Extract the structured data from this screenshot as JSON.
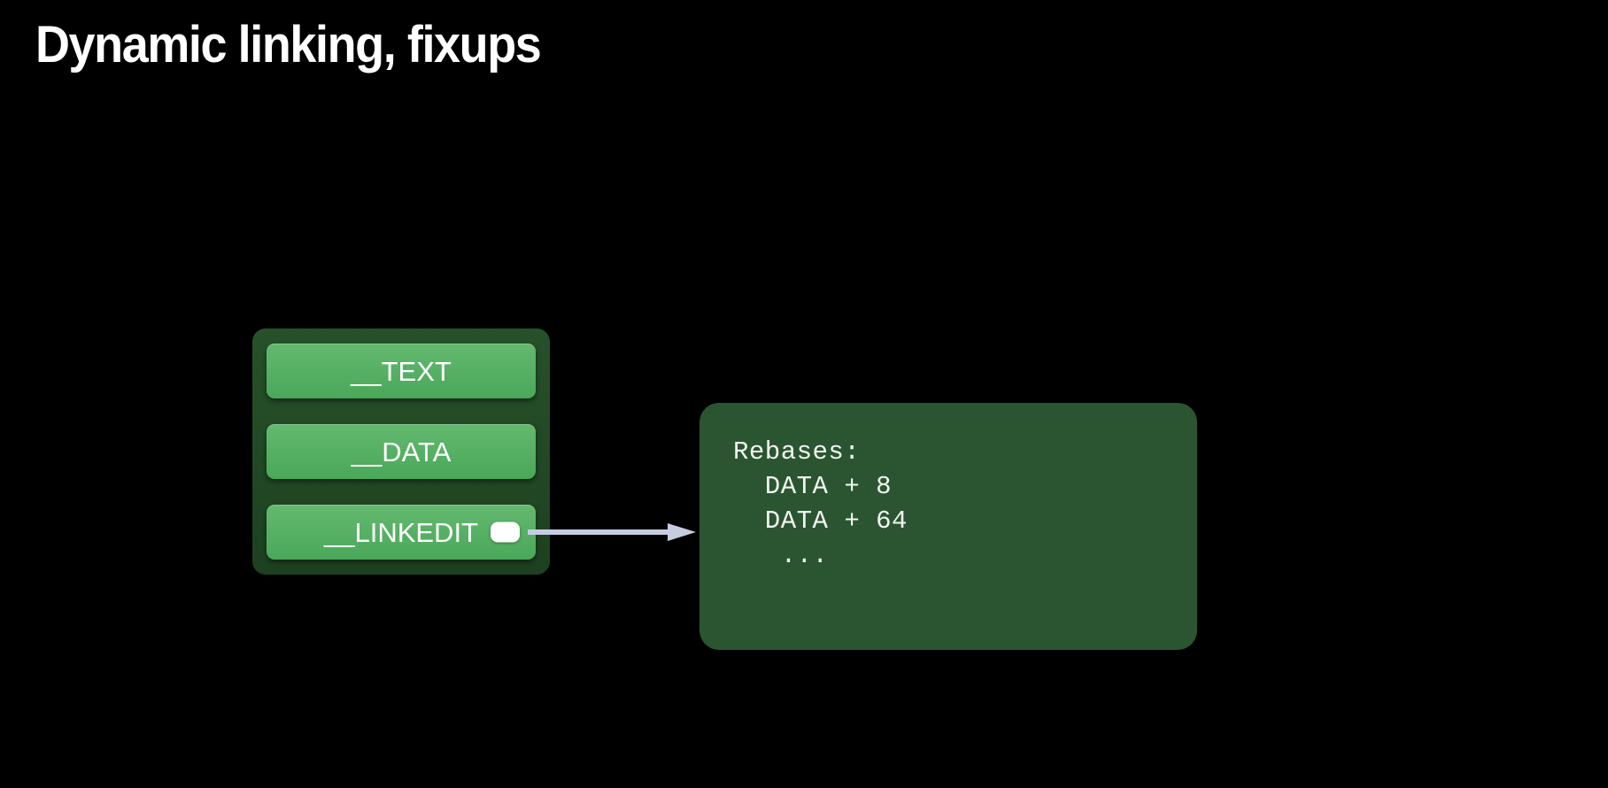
{
  "slide": {
    "title": "Dynamic linking, fixups",
    "background_color": "#000000",
    "title_color": "#ffffff"
  },
  "segment_container": {
    "name": "mach-o-segments",
    "container_color": "#1e4620",
    "row_color": "#4caf5f",
    "marker_color": "#ffffff",
    "rows": [
      {
        "label": "__TEXT",
        "has_marker": false
      },
      {
        "label": "__DATA",
        "has_marker": false
      },
      {
        "label": "__LINKEDIT",
        "has_marker": true
      }
    ]
  },
  "connector": {
    "name": "linkedit-to-fixups-arrow",
    "color": "#c7cde0",
    "direction": "right"
  },
  "code_panel": {
    "name": "fixups-rebases-panel",
    "panel_color": "#2b5531",
    "text_color": "#f2f7f2",
    "lines": [
      "Rebases:",
      "  DATA + 8",
      "  DATA + 64",
      "   ..."
    ]
  }
}
